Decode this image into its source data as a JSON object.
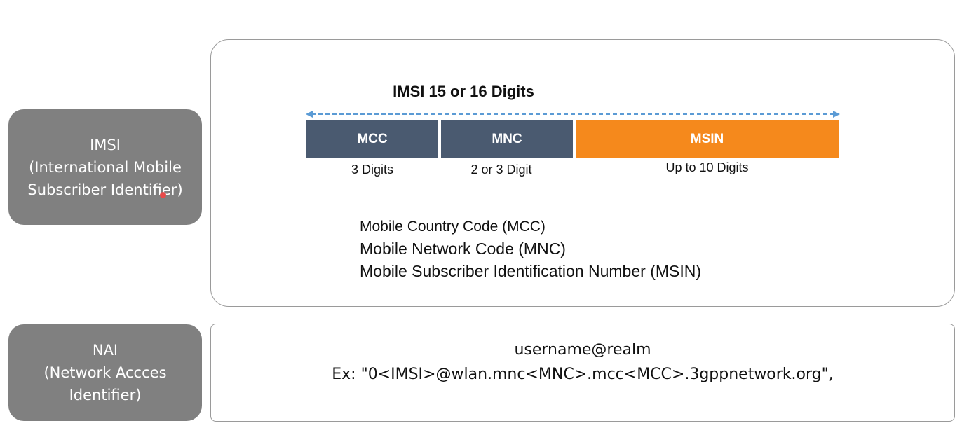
{
  "labels": {
    "imsi": {
      "title": "IMSI",
      "line1": "(International Mobile",
      "line2": "Subscriber Identifier)"
    },
    "nai": {
      "title": "NAI",
      "line1": "(Network Accces",
      "line2": "Identifier)"
    }
  },
  "imsi_diagram": {
    "title": "IMSI 15 or 16 Digits",
    "segments": [
      {
        "name": "MCC",
        "caption": "3 Digits",
        "color": "#4a5a70"
      },
      {
        "name": "MNC",
        "caption": "2 or 3 Digit",
        "color": "#4a5a70"
      },
      {
        "name": "MSIN",
        "caption": "Up to 10 Digits",
        "color": "#f5891c"
      }
    ],
    "arrow_color": "#5b9bd5",
    "definitions": [
      "Mobile Country Code (MCC)",
      "Mobile Network Code (MNC)",
      "Mobile Subscriber Identification Number (MSIN)"
    ]
  },
  "nai_panel": {
    "format": "username@realm",
    "example": "Ex: \"0<IMSI>@wlan.mnc<MNC>.mcc<MCC>.3gppnetwork.org\","
  },
  "colors": {
    "label_bg": "#808080",
    "segment_dark": "#4a5a70",
    "segment_orange": "#f5891c"
  }
}
